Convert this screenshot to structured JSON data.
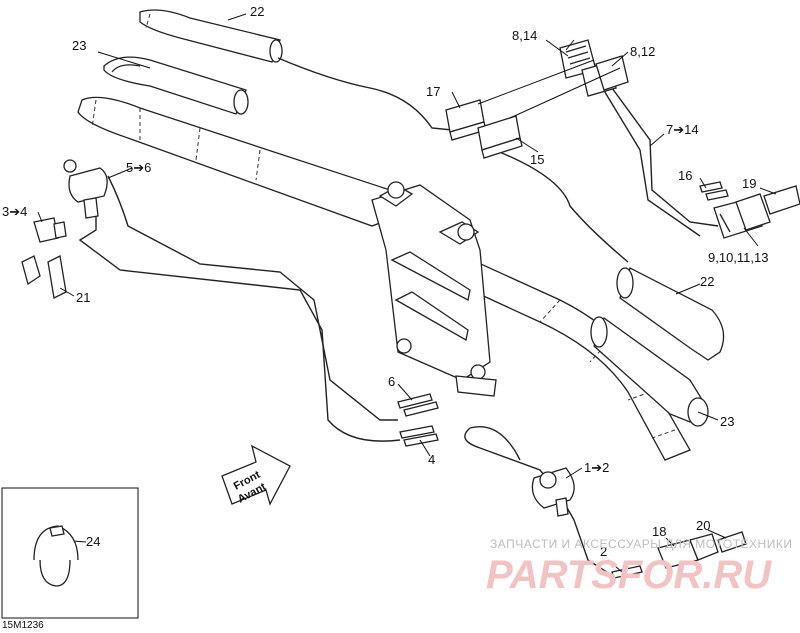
{
  "drawing_code": "15M1236",
  "direction_arrow": {
    "line1": "Front",
    "line2": "Avant"
  },
  "watermark": {
    "tagline": "ЗАПЧАСТИ И АКСЕССУАРЫ ДЛЯ МОТОТЕХНИКИ",
    "logo": "PARTSFOR.RU"
  },
  "callouts": {
    "c22_top": "22",
    "c23_top": "23",
    "c8_14": "8,14",
    "c8_12": "8,12",
    "c17": "17",
    "c15": "15",
    "c7_14": "7➔14",
    "c16": "16",
    "c19": "19",
    "c9_13": "9,10,11,13",
    "c5_6": "5➔6",
    "c3_4": "3➔4",
    "c21": "21",
    "c22_right": "22",
    "c23_right": "23",
    "c6": "6",
    "c4": "4",
    "c1_2": "1➔2",
    "c2": "2",
    "c18": "18",
    "c20": "20",
    "c24": "24"
  }
}
